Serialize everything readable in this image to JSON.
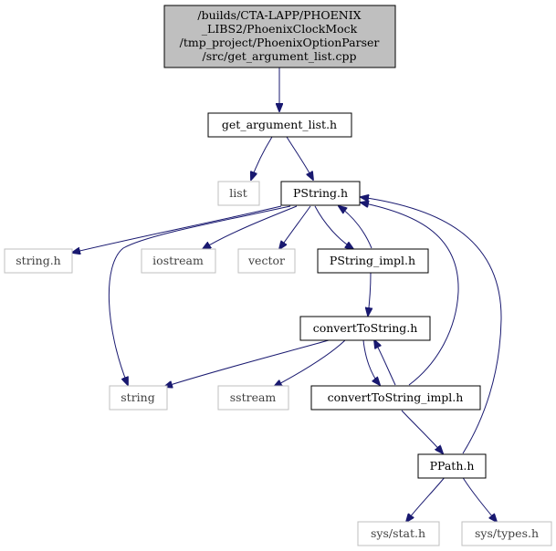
{
  "nodes": [
    {
      "id": "get_argument_list_cpp",
      "lines": [
        "/builds/CTA-LAPP/PHOENIX",
        "_LIBS2/PhoenixClockMock",
        "/tmp_project/PhoenixOptionParser",
        "/src/get_argument_list.cpp"
      ]
    },
    {
      "id": "get_argument_list_h",
      "lines": [
        "get_argument_list.h"
      ]
    },
    {
      "id": "list",
      "lines": [
        "list"
      ]
    },
    {
      "id": "PString_h",
      "lines": [
        "PString.h"
      ]
    },
    {
      "id": "string_h",
      "lines": [
        "string.h"
      ]
    },
    {
      "id": "iostream",
      "lines": [
        "iostream"
      ]
    },
    {
      "id": "vector",
      "lines": [
        "vector"
      ]
    },
    {
      "id": "PString_impl_h",
      "lines": [
        "PString_impl.h"
      ]
    },
    {
      "id": "convertToString_h",
      "lines": [
        "convertToString.h"
      ]
    },
    {
      "id": "string",
      "lines": [
        "string"
      ]
    },
    {
      "id": "sstream",
      "lines": [
        "sstream"
      ]
    },
    {
      "id": "convertToString_impl_h",
      "lines": [
        "convertToString_impl.h"
      ]
    },
    {
      "id": "PPath_h",
      "lines": [
        "PPath.h"
      ]
    },
    {
      "id": "sys_stat_h",
      "lines": [
        "sys/stat.h"
      ]
    },
    {
      "id": "sys_types_h",
      "lines": [
        "sys/types.h"
      ]
    }
  ],
  "edges": [
    {
      "from": "get_argument_list_cpp",
      "to": "get_argument_list_h"
    },
    {
      "from": "get_argument_list_h",
      "to": "list"
    },
    {
      "from": "get_argument_list_h",
      "to": "PString_h"
    },
    {
      "from": "PString_h",
      "to": "string_h"
    },
    {
      "from": "PString_h",
      "to": "iostream"
    },
    {
      "from": "PString_h",
      "to": "vector"
    },
    {
      "from": "PString_h",
      "to": "PString_impl_h"
    },
    {
      "from": "PString_h",
      "to": "string"
    },
    {
      "from": "PString_impl_h",
      "to": "PString_h"
    },
    {
      "from": "PString_impl_h",
      "to": "convertToString_h"
    },
    {
      "from": "convertToString_h",
      "to": "string"
    },
    {
      "from": "convertToString_h",
      "to": "sstream"
    },
    {
      "from": "convertToString_h",
      "to": "convertToString_impl_h"
    },
    {
      "from": "convertToString_impl_h",
      "to": "convertToString_h"
    },
    {
      "from": "convertToString_impl_h",
      "to": "PString_h"
    },
    {
      "from": "convertToString_impl_h",
      "to": "PPath_h"
    },
    {
      "from": "PPath_h",
      "to": "PString_h"
    },
    {
      "from": "PPath_h",
      "to": "sys_stat_h"
    },
    {
      "from": "PPath_h",
      "to": "sys_types_h"
    }
  ],
  "colors": {
    "edge": "#191970",
    "main_fill": "#bfbfbf",
    "local_border": "#000000",
    "system_border": "#bfbfbf"
  }
}
